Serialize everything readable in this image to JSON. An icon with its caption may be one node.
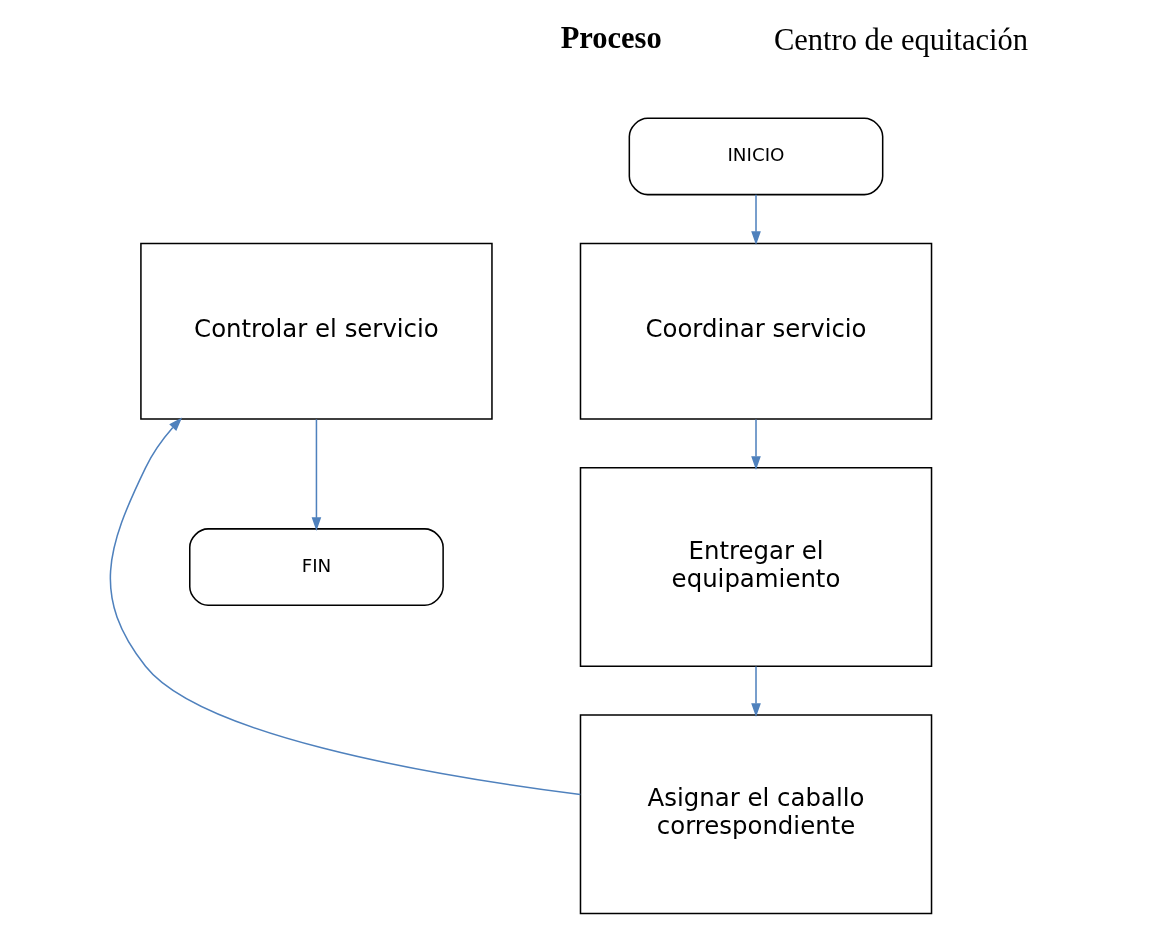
{
  "diagram": {
    "nodes": [
      {
        "text": [
          "INICIO"
        ]
      },
      {
        "text": [
          "Coordinar servicio"
        ]
      },
      {
        "text": [
          "Entregar el equipamiento"
        ]
      },
      {
        "text": [
          "Asignar el caballo correspondiente"
        ]
      },
      {
        "text": [
          "Controlar el servicio"
        ]
      },
      {
        "text": [
          "FIN"
        ]
      }
    ],
    "edges": [
      {
        "from": 0,
        "to": 1,
        "arrow": "to"
      },
      {
        "from": 1,
        "to": 2,
        "arrow": "to"
      },
      {
        "from": 2,
        "to": 3,
        "arrow": "to"
      },
      {
        "from": 3,
        "to": 4,
        "arrow": "to"
      },
      {
        "from": 4,
        "to": 5,
        "arrow": "to"
      }
    ],
    "labels": [
      "Proceso",
      "Centro de equitación"
    ]
  }
}
